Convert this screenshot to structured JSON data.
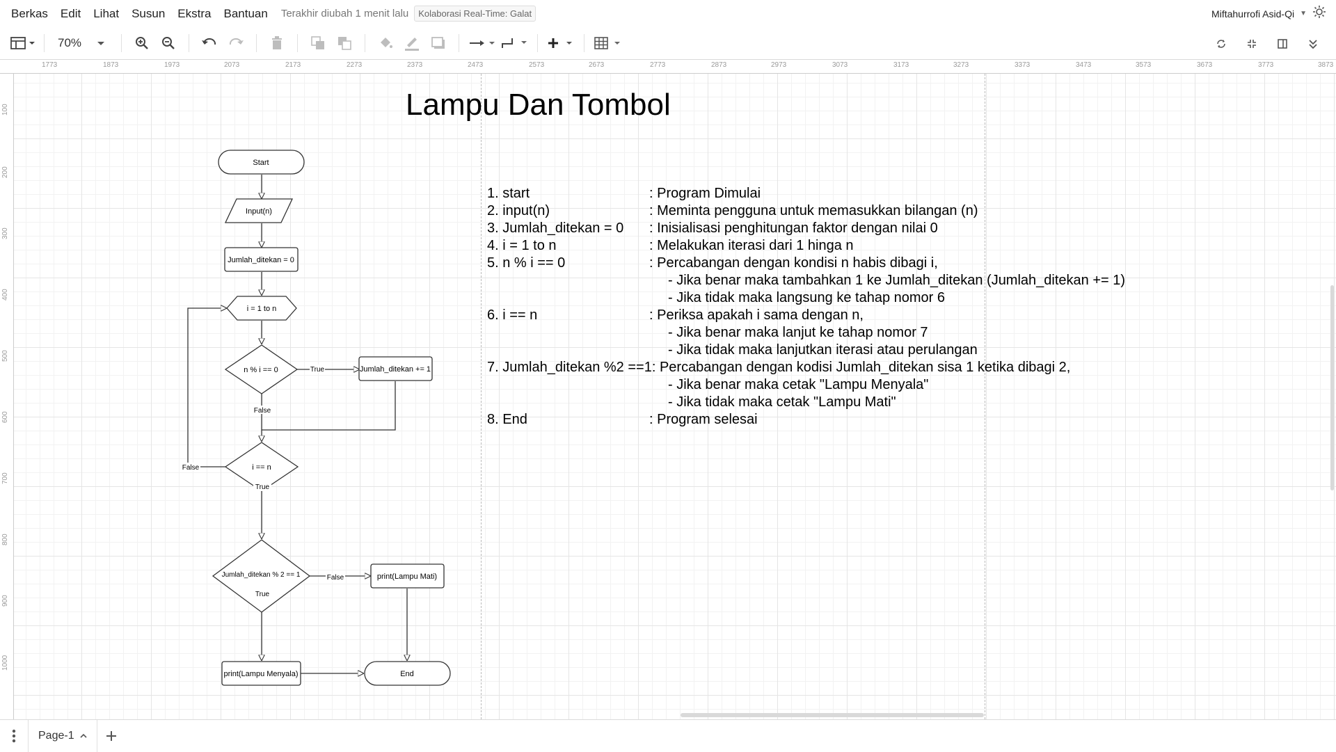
{
  "menubar": {
    "items": [
      "Berkas",
      "Edit",
      "Lihat",
      "Susun",
      "Ekstra",
      "Bantuan"
    ],
    "last_edit": "Terakhir diubah 1 menit lalu",
    "collab_badge": "Kolaborasi Real-Time: Galat",
    "user_name": "Miftahurrofi Asid-Qi"
  },
  "toolbar": {
    "zoom": "70%"
  },
  "rulers": {
    "top": [
      "1773",
      "1873",
      "1973",
      "2073",
      "2173",
      "2273",
      "2373",
      "2473",
      "2573",
      "2673",
      "2773",
      "2873",
      "2973",
      "3073",
      "3173",
      "3273",
      "3373",
      "3473",
      "3573",
      "3673",
      "3773",
      "3873"
    ],
    "left": [
      "100",
      "200",
      "300",
      "400",
      "500",
      "600",
      "700",
      "800",
      "900",
      "1000"
    ]
  },
  "diagram": {
    "title": "Lampu Dan Tombol",
    "nodes": {
      "start": "Start",
      "input": "Input(n)",
      "init": "Jumlah_ditekan = 0",
      "loop": "i = 1 to n",
      "cond_mod": "n % i == 0",
      "increment": "Jumlah_ditekan += 1",
      "cond_last": "i == n",
      "cond_parity": "Jumlah_ditekan % 2 == 1",
      "print_off": "print(Lampu Mati)",
      "print_on": "print(Lampu Menyala)",
      "end": "End"
    },
    "edge_labels": {
      "mod_true": "True",
      "mod_false": "False",
      "last_false": "False",
      "last_true": "True",
      "parity_false": "False",
      "parity_true": "True"
    },
    "explanation": [
      {
        "left": "1. start",
        "right": ": Program Dimulai"
      },
      {
        "left": "2. input(n)",
        "right": ": Meminta pengguna untuk memasukkan bilangan (n)"
      },
      {
        "left": "3. Jumlah_ditekan = 0",
        "right": ": Inisialisasi penghitungan faktor dengan nilai 0"
      },
      {
        "left": "4. i = 1 to n",
        "right": ": Melakukan iterasi dari 1 hinga n"
      },
      {
        "left": "5. n % i == 0",
        "right": ": Percabangan dengan kondisi n habis dibagi i,"
      },
      {
        "sub": "- Jika benar maka tambahkan 1 ke Jumlah_ditekan (Jumlah_ditekan += 1)"
      },
      {
        "sub": "- Jika tidak maka langsung ke tahap nomor 6"
      },
      {
        "left": "6. i == n",
        "right": ": Periksa apakah i sama dengan n,"
      },
      {
        "sub": "- Jika benar maka lanjut ke tahap nomor 7"
      },
      {
        "sub": "- Jika tidak maka lanjutkan iterasi atau perulangan"
      },
      {
        "full": "7. Jumlah_ditekan %2 ==1: Percabangan dengan kodisi Jumlah_ditekan sisa 1 ketika dibagi 2,"
      },
      {
        "sub": "-  Jika benar maka cetak \"Lampu Menyala\""
      },
      {
        "sub": "- Jika tidak maka cetak \"Lampu Mati\""
      },
      {
        "left": "8. End",
        "right": ": Program selesai"
      }
    ]
  },
  "bottombar": {
    "page_tab": "Page-1"
  }
}
